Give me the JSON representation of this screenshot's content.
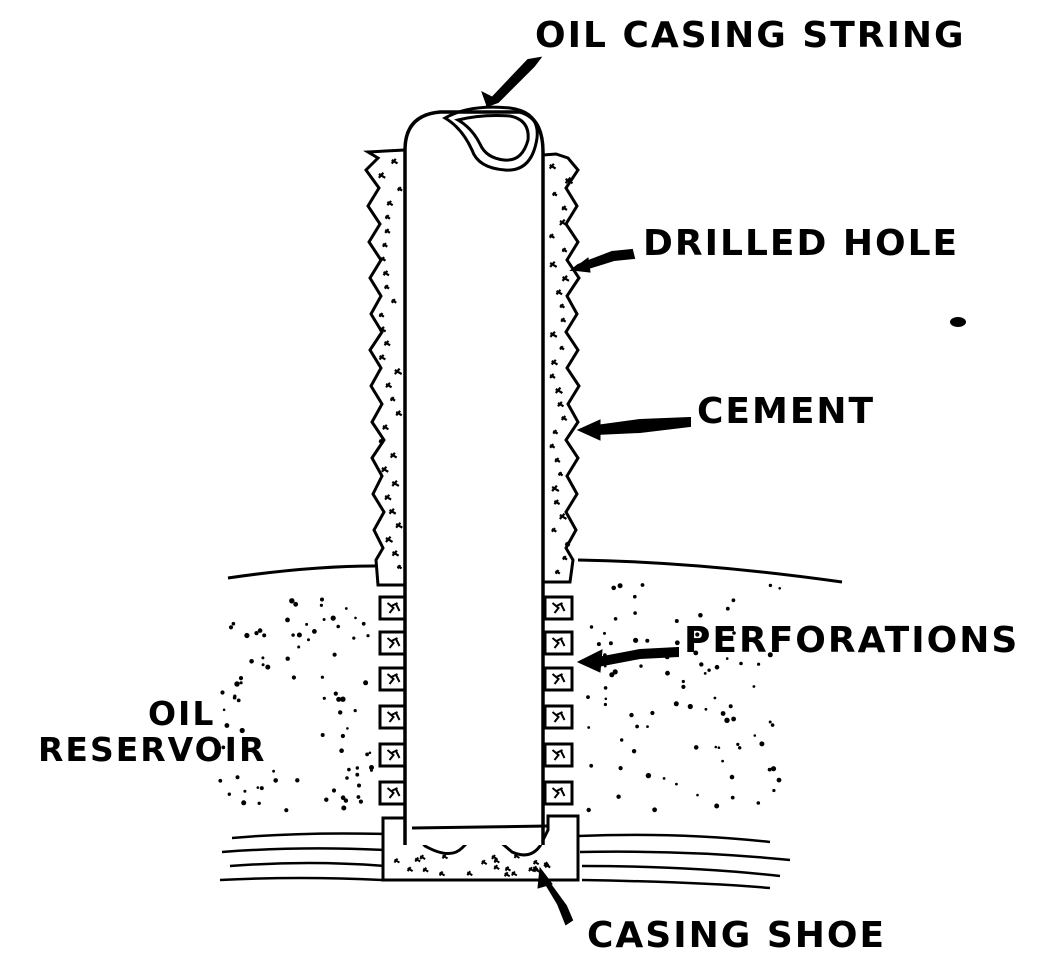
{
  "labels": {
    "oil_casing_string": "OIL CASING STRING",
    "drilled_hole": "DRILLED HOLE",
    "cement": "CEMENT",
    "perforations": "PERFORATIONS",
    "oil_reservoir_line1": "OIL",
    "oil_reservoir_line2": "RESERVOIR",
    "casing_shoe": "CASING SHOE"
  },
  "colors": {
    "ink": "#000000",
    "background": "#ffffff"
  }
}
